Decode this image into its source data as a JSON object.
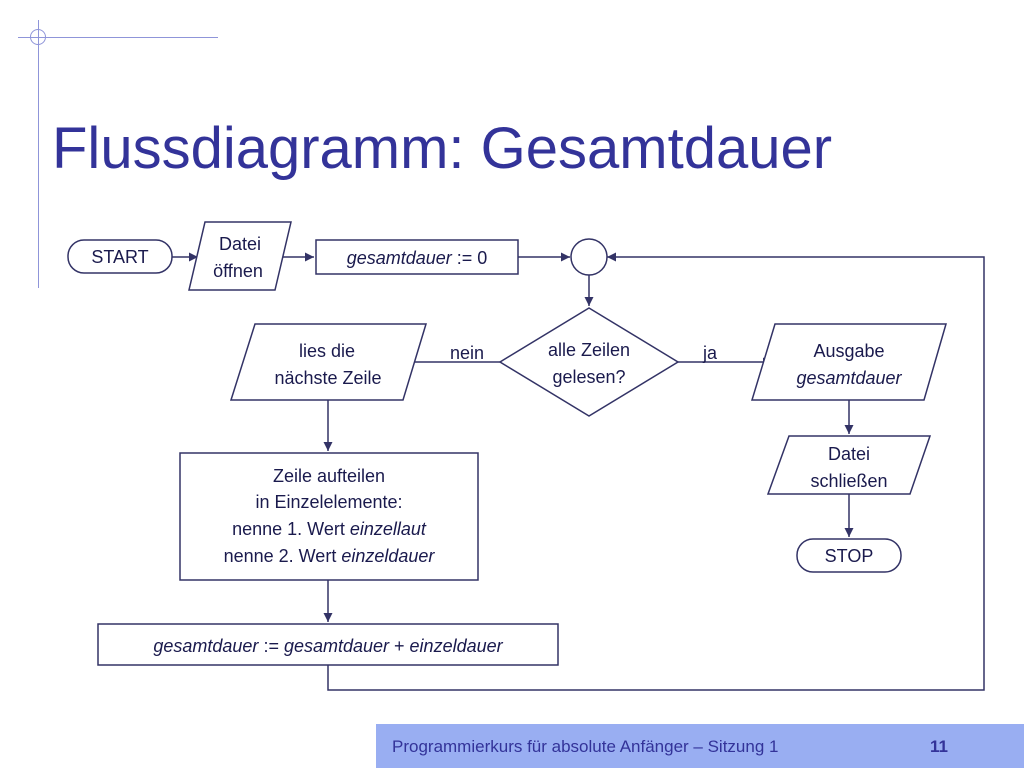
{
  "slide": {
    "title": "Flussdiagramm: Gesamtdauer",
    "footer": "Programmierkurs für absolute Anfänger – Sitzung 1",
    "page_number": "11"
  },
  "flow": {
    "start": "START",
    "open_file": [
      "Datei",
      "öffnen"
    ],
    "init": {
      "var": "gesamtdauer",
      "op": " := 0"
    },
    "decision": [
      "alle Zeilen",
      "gelesen?"
    ],
    "no_label": "nein",
    "yes_label": "ja",
    "read_line": [
      "lies die",
      "nächste Zeile"
    ],
    "output": [
      "Ausgabe",
      "gesamtdauer"
    ],
    "close_file": [
      "Datei",
      "schließen"
    ],
    "stop": "STOP",
    "split": {
      "line1": "Zeile aufteilen",
      "line2": "in Einzelelemente:",
      "line3_prefix": "nenne 1. Wert ",
      "line3_var": "einzellaut",
      "line4_prefix": "nenne 2. Wert ",
      "line4_var": "einzeldauer"
    },
    "sum": {
      "var1": "gesamtdauer",
      "op1": " := ",
      "var2": "gesamtdauer",
      "op2": " + ",
      "var3": "einzeldauer"
    }
  },
  "colors": {
    "title": "#333399",
    "footer_bg": "#99aef2",
    "line": "#333366"
  }
}
